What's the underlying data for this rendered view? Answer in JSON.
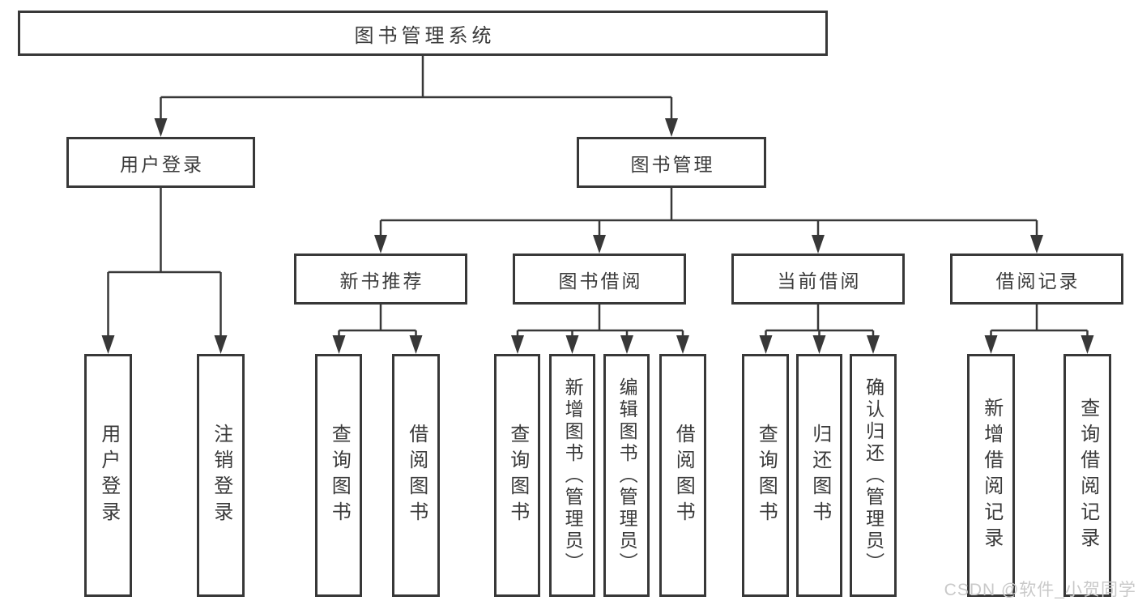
{
  "diagram": {
    "root": "图书管理系统",
    "level2": {
      "user_login": "用户登录",
      "book_management": "图书管理"
    },
    "level3": {
      "new_book_recommend": "新书推荐",
      "book_borrow": "图书借阅",
      "current_borrow": "当前借阅",
      "borrow_records": "借阅记录"
    },
    "leaves": {
      "user_login": "用户登录",
      "logout": "注销登录",
      "nb_query_book": "查询图书",
      "nb_borrow_book": "借阅图书",
      "bb_query_book": "查询图书",
      "bb_add_book_admin": "新增图书（管理员）",
      "bb_edit_book_admin": "编辑图书（管理员）",
      "bb_borrow_book": "借阅图书",
      "cb_query_book": "查询图书",
      "cb_return_book": "归还图书",
      "cb_confirm_return_admin": "确认归还（管理员）",
      "rec_add_record": "新增借阅记录",
      "rec_query_record": "查询借阅记录"
    },
    "watermark": "CSDN @软件_小贺同学"
  },
  "colors": {
    "line_color": "#383838",
    "text_color": "#3a3a3a",
    "watermark_color": "#c9c9c9",
    "bg_color": "#ffffff"
  }
}
